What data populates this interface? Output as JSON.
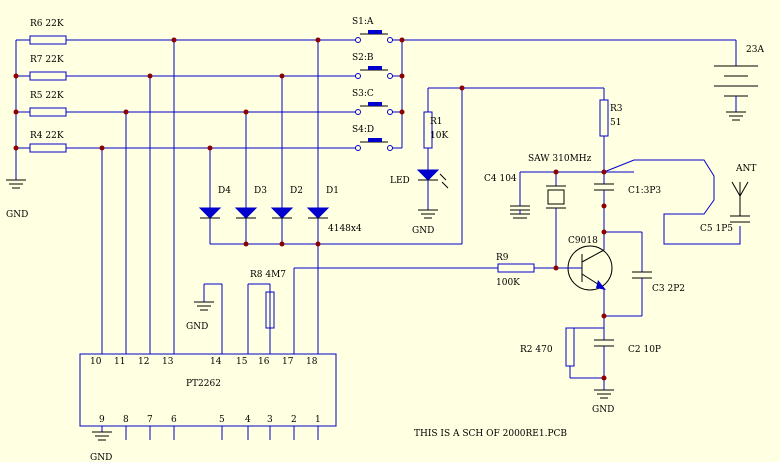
{
  "labels": {
    "r6": "R6 22K",
    "r7": "R7 22K",
    "r5": "R5 22K",
    "r4": "R4 22K",
    "s1": "S1:A",
    "s2": "S2:B",
    "s3": "S3:C",
    "s4": "S4:D",
    "batt": "23A",
    "r1": "R1",
    "r1v": "10K",
    "led": "LED",
    "r3": "R3",
    "r3v": "51",
    "saw": "SAW 310MHz",
    "c4": "C4 104",
    "c1": "C1:3P3",
    "ant": "ANT",
    "c5": "C5 1P5",
    "d4": "D4",
    "d3": "D3",
    "d2": "D2",
    "d1": "D1",
    "diodes": "4148x4",
    "r8": "R8 4M7",
    "r9": "R9",
    "r9v": "100K",
    "q1": "C9018",
    "c3": "C3 2P2",
    "r2": "R2 470",
    "c2": "C2 10P",
    "ic": "PT2262",
    "gnd1": "GND",
    "gnd2": "GND",
    "gnd3": "GND",
    "gnd4": "GND",
    "gnd5": "GND",
    "footer": "THIS IS A SCH OF 2000RE1.PCB"
  },
  "ic_pins_top": [
    "10",
    "11",
    "12",
    "13",
    "14",
    "15",
    "16",
    "17",
    "18"
  ],
  "ic_pins_bottom": [
    "9",
    "8",
    "7",
    "6",
    "5",
    "4",
    "3",
    "2",
    "1"
  ],
  "colors": {
    "background": "#ffffe1",
    "wire": "#0000cc",
    "junction": "#8b0000"
  }
}
